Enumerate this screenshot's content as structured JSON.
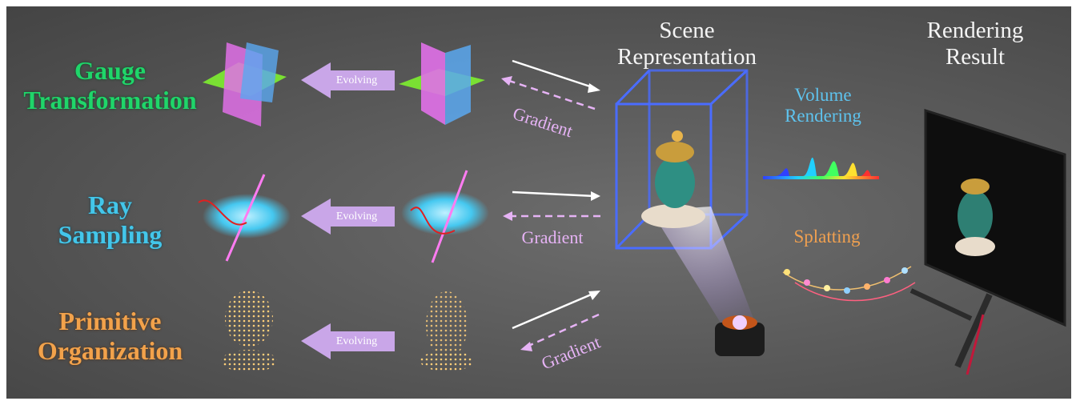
{
  "rows": [
    {
      "title_line1": "Gauge",
      "title_line2": "Transformation",
      "arrow_label": "Evolving",
      "gradient_label": "Gradient"
    },
    {
      "title_line1": "Ray",
      "title_line2": "Sampling",
      "arrow_label": "Evolving",
      "gradient_label": "Gradient"
    },
    {
      "title_line1": "Primitive",
      "title_line2": "Organization",
      "arrow_label": "Evolving",
      "gradient_label": "Gradient"
    }
  ],
  "scene": {
    "line1": "Scene",
    "line2": "Representation"
  },
  "result": {
    "line1": "Rendering",
    "line2": "Result"
  },
  "volume": {
    "line1": "Volume",
    "line2": "Rendering"
  },
  "splatting": "Splatting",
  "colors": {
    "gauge": "#1fd66a",
    "ray": "#43c6ea",
    "primitive": "#f2a24b",
    "evolving_arrow": "#c9a6e8",
    "gradient": "#e6b3f5",
    "box": "#4a6cff"
  }
}
